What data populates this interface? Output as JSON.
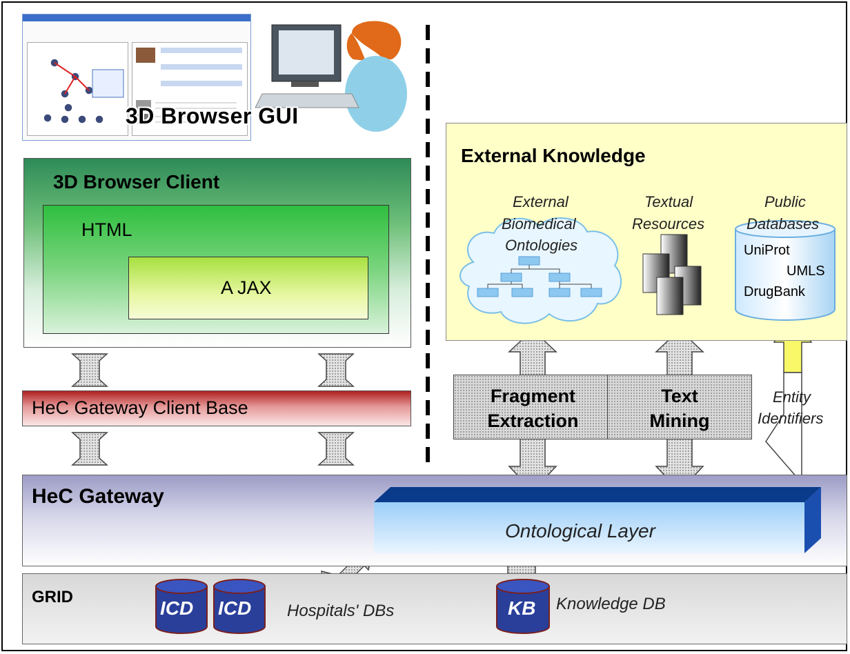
{
  "gui": {
    "label": "3D Browser GUI"
  },
  "client": {
    "title": "3D Browser Client",
    "html_label": "HTML",
    "ajax_label": "A JAX"
  },
  "gateway_client": {
    "label": "HeC Gateway Client Base"
  },
  "external": {
    "title": "External Knowledge",
    "ontologies": {
      "line1": "External",
      "line2": "Biomedical",
      "line3": "Ontologies"
    },
    "textual": {
      "line1": "Textual",
      "line2": "Resources"
    },
    "databases": {
      "line1": "Public",
      "line2": "Databases",
      "items": [
        "UniProt",
        "UMLS",
        "DrugBank"
      ]
    }
  },
  "processes": {
    "fragment": {
      "line1": "Fragment",
      "line2": "Extraction"
    },
    "mining": {
      "line1": "Text",
      "line2": "Mining"
    }
  },
  "entity": {
    "line1": "Entity",
    "line2": "Identifiers"
  },
  "gateway": {
    "title": "HeC Gateway",
    "layer": "Ontological Layer"
  },
  "grid": {
    "title": "GRID",
    "icd1": "ICD",
    "icd2": "ICD",
    "hospitals": "Hospitals' DBs",
    "kb": "KB",
    "knowledge_db": "Knowledge DB"
  },
  "colors": {
    "client_green": "#2e8b57",
    "html_green": "#2fbf3f",
    "ajax_yellow": "#e6f7a0",
    "gateway_client_red": "#b02020",
    "external_bg": "#ffffc8",
    "layer_blue": "#0a3a8a",
    "cylinder": "#2a3f9a"
  }
}
